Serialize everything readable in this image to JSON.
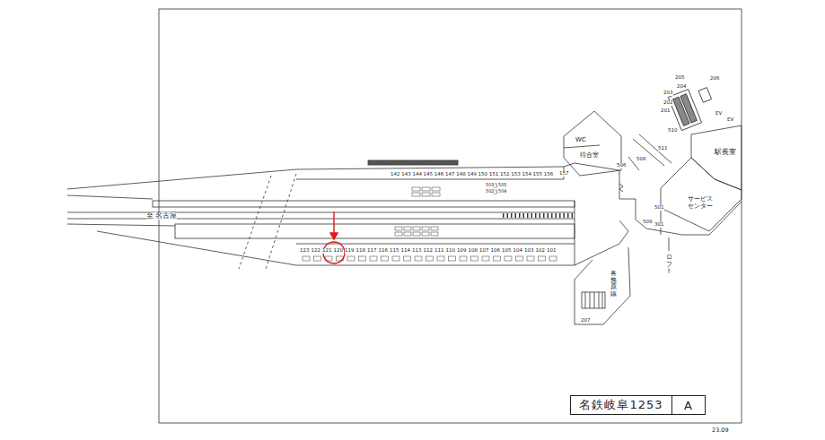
{
  "diagram": {
    "nodes": [
      {
        "text": [
          "名鉄岐阜1253"
        ]
      },
      {
        "text": [
          "A"
        ]
      }
    ],
    "labels": [
      "至 名古屋",
      "142",
      "143",
      "144",
      "145",
      "146",
      "147",
      "148",
      "149",
      "150",
      "151",
      "152",
      "153",
      "154",
      "155",
      "156",
      "157",
      "503",
      "505",
      "502",
      "504",
      "123",
      "122",
      "121",
      "120",
      "119",
      "118",
      "117",
      "116",
      "115",
      "114",
      "113",
      "112",
      "111",
      "110",
      "109",
      "108",
      "107",
      "106",
      "105",
      "104",
      "103",
      "102",
      "101",
      "WC",
      "待合室",
      "駅長室",
      "サービス センター",
      "ロフト",
      "各務原線",
      "EV",
      "EV",
      "511",
      "508",
      "506",
      "509",
      "301",
      "501",
      "510",
      "201",
      "202",
      "203",
      "204",
      "205",
      "206",
      "207",
      "23.09"
    ]
  }
}
